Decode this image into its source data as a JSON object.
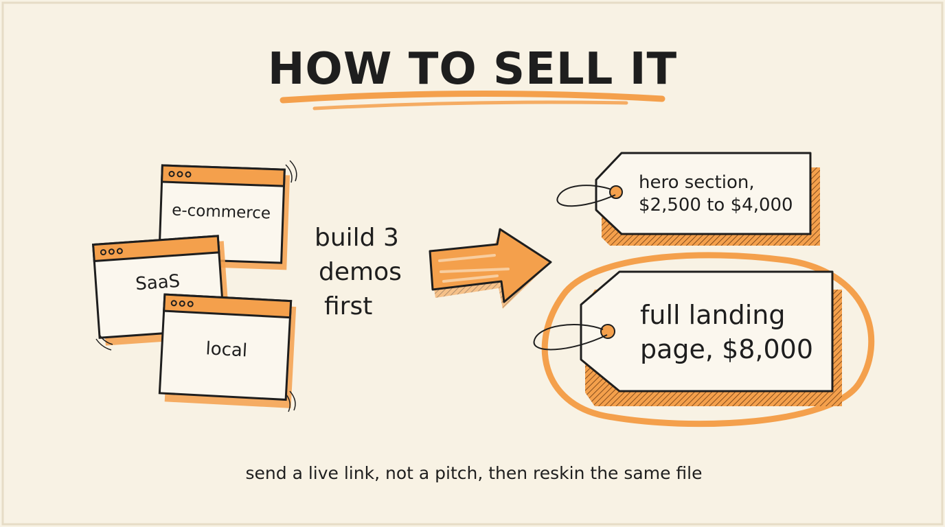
{
  "title": "HOW TO SELL IT",
  "demos": {
    "windows": [
      "e-commerce",
      "SaaS",
      "local"
    ],
    "caption_lines": [
      "build 3",
      "demos",
      "first"
    ]
  },
  "tags": [
    {
      "lines": [
        "hero section,",
        "$2,500 to $4,000"
      ],
      "highlighted": false
    },
    {
      "lines": [
        "full landing",
        "page, $8,000"
      ],
      "highlighted": true
    }
  ],
  "footer": "send a live link, not a pitch, then reskin the same file",
  "colors": {
    "accent": "#f4a04c",
    "ink": "#1e1e1e",
    "paper": "#f8f2e4"
  }
}
